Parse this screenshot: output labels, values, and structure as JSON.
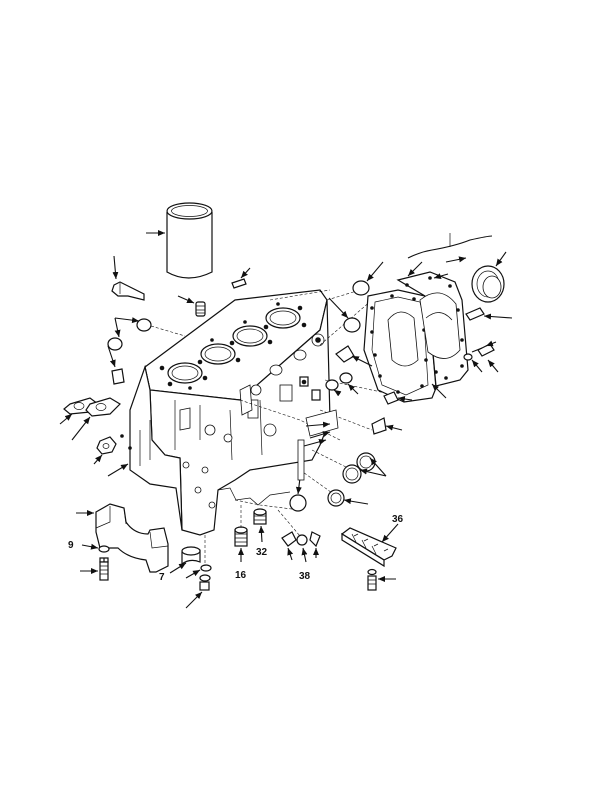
{
  "callouts": {
    "c7": "7",
    "c9": "9",
    "c16": "16",
    "c32": "32",
    "c36": "36",
    "c38": "38"
  }
}
